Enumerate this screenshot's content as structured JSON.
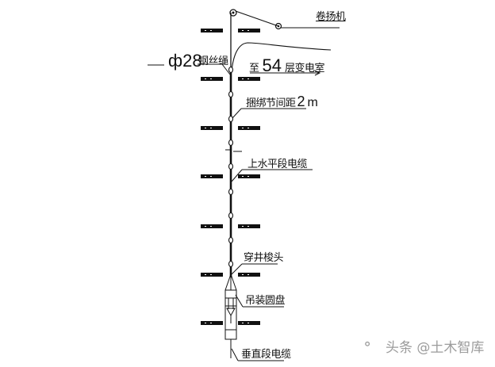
{
  "diagram": {
    "labels": {
      "winch": "卷扬机",
      "rope_size": "ф28",
      "rope": "钢丝绳",
      "to_prefix": "至",
      "floor_no": "54",
      "to_suffix": "层变电室",
      "tie_spacing_prefix": "捆绑节间距",
      "tie_spacing_value": "2",
      "tie_spacing_unit": "m",
      "upper_cable": "上水平段电缆",
      "shaft_head": "穿井梭头",
      "hoist_disc": "吊装圆盘",
      "vertical_cable": "垂直段电缆"
    },
    "floor_slab_y": [
      38,
      99,
      161,
      222,
      285,
      346,
      407
    ],
    "tie_points_y": [
      85,
      119,
      146,
      181,
      210,
      242,
      272,
      300,
      331
    ],
    "colors": {
      "line": "#111111",
      "background": "#ffffff"
    }
  },
  "watermark": {
    "icon": "wechat-icon",
    "text": "头条 @土木智库"
  }
}
